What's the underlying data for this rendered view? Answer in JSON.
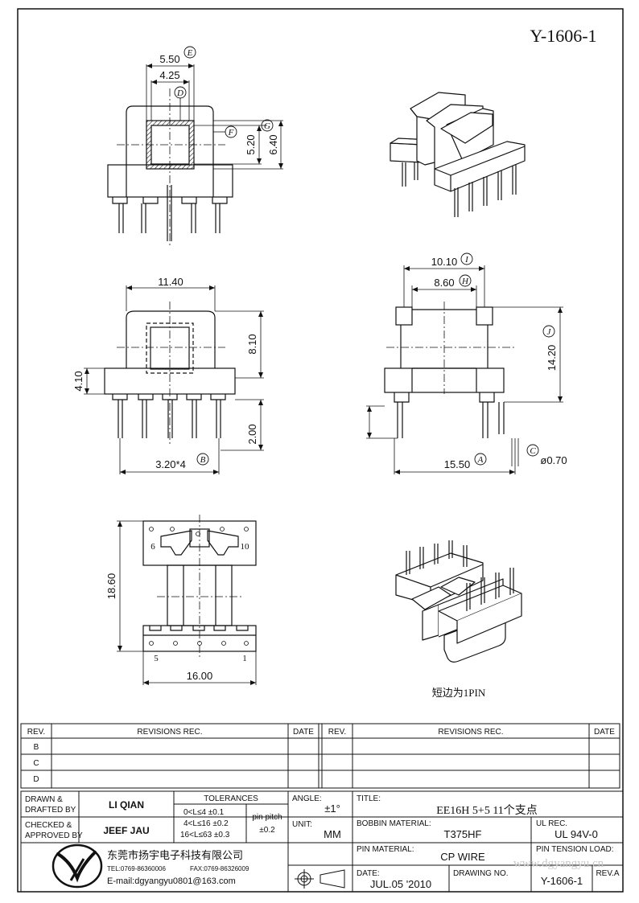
{
  "drawing_no_title": "Y-1606-1",
  "dims": {
    "d550": "5.50",
    "d425": "4.25",
    "d520": "5.20",
    "d640": "6.40",
    "d1140": "11.40",
    "d810": "8.10",
    "d410": "4.10",
    "d200": "2.00",
    "d320x4": "3.20*4",
    "d1010": "10.10",
    "d860": "8.60",
    "d1420": "14.20",
    "d1550": "15.50",
    "d070": "ø0.70",
    "d1860": "18.60",
    "d1600": "16.00"
  },
  "callouts": {
    "A": "A",
    "B": "B",
    "C": "C",
    "D": "D",
    "E": "E",
    "F": "F",
    "G": "G",
    "H": "H",
    "I": "I",
    "J": "J"
  },
  "pin_labels": {
    "p6": "6",
    "p10": "10",
    "p5": "5",
    "p1": "1"
  },
  "note": "短边为1PIN",
  "revisions": {
    "rev_header": "REV.",
    "revisions_header": "REVISIONS   REC.",
    "date_header": "DATE",
    "rows": [
      "B",
      "C",
      "D"
    ]
  },
  "title_block": {
    "drawn_label_1": "DRAWN &",
    "drawn_label_2": "DRAFTED BY",
    "drawn_value": "LI QIAN",
    "checked_label_1": "CHECKED &",
    "checked_label_2": "APPROVED BY",
    "checked_value": "JEEF JAU",
    "tolerances_label": "TOLERANCES",
    "tol_1": "0<L≤4   ±0.1",
    "tol_2": "4<L≤16  ±0.2",
    "tol_3": "16<L≤63  ±0.3",
    "pin_pitch_label": "pin pitch",
    "pin_pitch_value": "±0.2",
    "angle_label": "ANGLE:",
    "angle_value": "±1°",
    "unit_label": "UNIT:",
    "unit_value": "MM",
    "title_label": "TITLE:",
    "title_value": "EE16H 5+5 11个支点",
    "bobbin_label": "BOBBIN MATERIAL:",
    "bobbin_value": "T375HF",
    "ul_label": "UL REC.",
    "ul_value": "UL 94V-0",
    "pin_material_label": "PIN MATERIAL:",
    "pin_material_value": "CP WIRE",
    "pin_tension_label": "PIN TENSION LOAD:",
    "date_label": "DATE:",
    "date_value": "JUL.05 '2010",
    "drawing_no_label": "DRAWING NO.",
    "drawing_no_value": "Y-1606-1",
    "rev_a": "REV.A",
    "company_name": "东莞市扬宇电子科技有限公司",
    "company_tel": "TEL:0769-86360006",
    "company_fax": "FAX:0769-86326009",
    "company_email": "E-mail:dgyangyu0801@163.com",
    "watermark": "www.dgyangyu.cn"
  },
  "colors": {
    "line": "#111111",
    "watermark": "#c8c8c8"
  }
}
